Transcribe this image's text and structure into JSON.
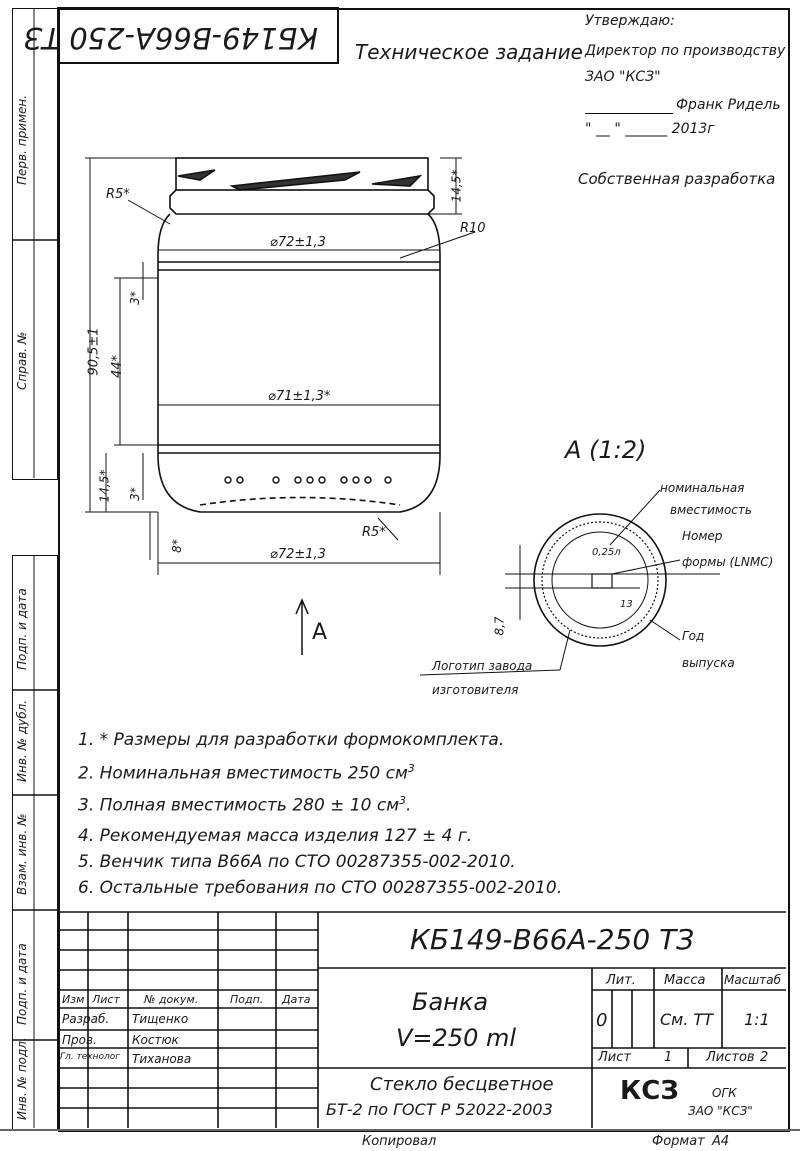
{
  "header": {
    "designation_rotated": "КБ149-В66А-250 ТЗ",
    "doc_title": "Техническое задание",
    "approve": "Утверждаю:",
    "director": "Директор по производству",
    "company": "ЗАО \"КСЗ\"",
    "signature_name": "Франк Ридель",
    "date_line": "\" __ \" ______ 2013г",
    "own_dev": "Собственная разработка"
  },
  "margin": {
    "perv_primen": "Перв. примен.",
    "sprav_no": "Справ. №",
    "podp_data_1": "Подп. и дата",
    "inv_dubl": "Инв. № дубл.",
    "vzam_inv": "Взам. инв. №",
    "podp_data_2": "Подп. и дата",
    "inv_podl": "Инв. № подл."
  },
  "drawing": {
    "r5_top": "R5*",
    "r10": "R10",
    "d72_top": "⌀72±1,3",
    "d71": "⌀71±1,3*",
    "d72_bottom": "⌀72±1,3",
    "r5_bottom": "R5*",
    "h90": "90,5±1",
    "h44": "44*",
    "h3_top": "3*",
    "h14_top": "14,5*",
    "h14_bottom": "14,5*",
    "h3_bottom": "3*",
    "h8": "8*",
    "view_arrow": "А",
    "detail_title": "А (1:2)",
    "nominal1": "номинальная",
    "nominal2": "вместимость",
    "form_no1": "Номер",
    "form_no2": "формы (LNMC)",
    "year1": "Год",
    "year2": "выпуска",
    "logo1": "Логотип завода",
    "logo2": "изготовителя",
    "d87": "8,7",
    "cap": "0,25л",
    "year_num": "13"
  },
  "notes": [
    "1.  * Размеры для разработки формокомплекта.",
    "2.  Номинальная вместимость 250 см",
    "3.  Полная вместимость 280 ± 10 см",
    "4.  Рекомендуемая масса изделия 127 ± 4 г.",
    "5.  Венчик типа В66А по СТО 00287355-002-2010.",
    "6.  Остальные требования по СТО 00287355-002-2010."
  ],
  "notes_sup": "3",
  "title_block": {
    "designation": "КБ149-В66А-250 ТЗ",
    "name1": "Банка",
    "name2": "V=250 ml",
    "material1": "Стекло бесцветное",
    "material2": "БТ-2 по ГОСТ Р 52022-2003",
    "col_izm": "Изм",
    "col_list": "Лист",
    "col_doc": "№ докум.",
    "col_podp": "Подп.",
    "col_data": "Дата",
    "razrab": "Разраб.",
    "razrab_name": "Тищенко",
    "prov": "Пров.",
    "prov_name": "Костюк",
    "gl": "Гл. технолог",
    "gl_name": "Тиханова",
    "lit": "Лит.",
    "massa": "Масса",
    "masshtab": "Масштаб",
    "lit_val": "0",
    "massa_val": "См. ТТ",
    "masshtab_val": "1:1",
    "list": "Лист",
    "list_val": "1",
    "listov": "Листов",
    "listov_val": "2",
    "org1": "ОГК",
    "org2": "ЗАО \"КСЗ\"",
    "logo_text": "КСЗ"
  },
  "footer": {
    "kopiroval": "Копировал",
    "format": "Формат",
    "format_val": "А4"
  }
}
